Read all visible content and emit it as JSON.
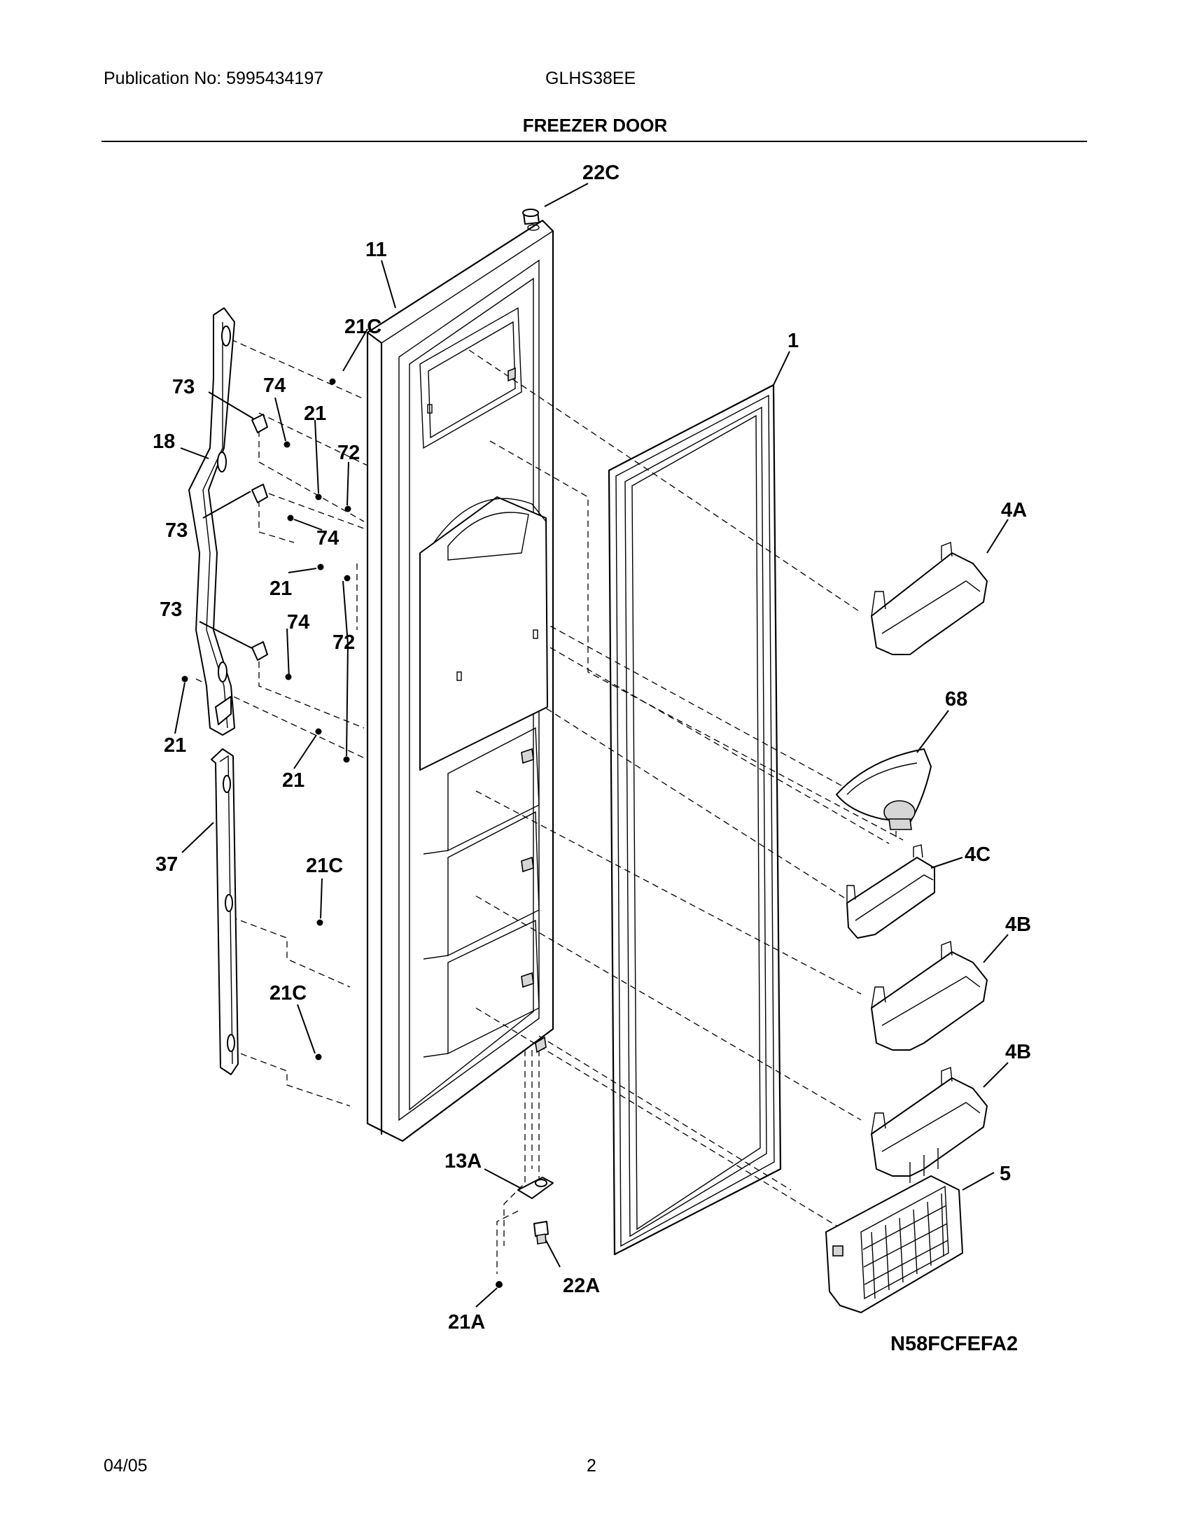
{
  "header": {
    "publication": "Publication No: 5995434197",
    "model": "GLHS38EE",
    "title": "FREEZER DOOR"
  },
  "footer": {
    "date": "04/05",
    "page": "2"
  },
  "diagram": {
    "code": "N58FCFEFA2",
    "callouts": {
      "c22C": "22C",
      "c11": "11",
      "c21C_top": "21C",
      "c1": "1",
      "c73_a": "73",
      "c74_a": "74",
      "c21_a": "21",
      "c72_a": "72",
      "c18": "18",
      "c73_b": "73",
      "c74_b": "74",
      "c21_b": "21",
      "c73_c": "73",
      "c74_c": "74",
      "c72_b": "72",
      "c21_c": "21",
      "c21_d": "21",
      "c37": "37",
      "c21C_mid": "21C",
      "c21C_low": "21C",
      "c4A": "4A",
      "c68": "68",
      "c4C": "4C",
      "c4B_a": "4B",
      "c4B_b": "4B",
      "c5": "5",
      "c13A": "13A",
      "c22A": "22A",
      "c21A": "21A"
    }
  }
}
